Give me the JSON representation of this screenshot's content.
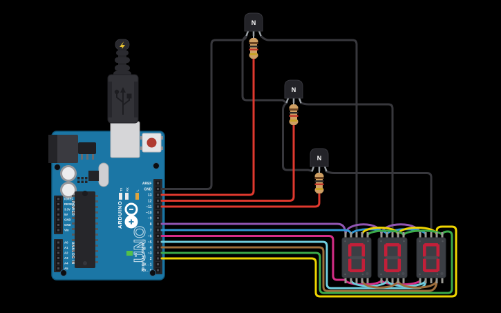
{
  "canvas": {
    "background": "#000000"
  },
  "arduino": {
    "name": "Arduino Uno",
    "board_color": "#1b76a5",
    "brand_text": "ARDUINO",
    "model_text": "UNO",
    "power_label": "POWER",
    "analog_label": "ANALOG IN",
    "digital_label": "DIGITAL (PWM~)",
    "led_labels": {
      "tx": "TX",
      "rx": "RX",
      "l": "L",
      "on": "ON"
    },
    "right_pin_labels": [
      "AREF",
      "GND",
      "13",
      "12",
      "~11",
      "~10",
      "~9",
      "8",
      "7",
      "~6",
      "~5",
      "4",
      "~3",
      "2",
      "TX→1",
      "RX←0"
    ],
    "power_pin_labels": [
      "IOREF",
      "RESET",
      "3.3V",
      "5V",
      "GND",
      "GND",
      "Vin"
    ],
    "analog_pin_labels": [
      "A0",
      "A1",
      "A2",
      "A3",
      "A4",
      "A5"
    ]
  },
  "usb": {
    "bolt_color": "#e6c232"
  },
  "transistors": [
    {
      "label": "N"
    },
    {
      "label": "N"
    },
    {
      "label": "N"
    }
  ],
  "resistors": [
    {
      "band_colors": [
        "#6b4423",
        "#2b2b2b",
        "#c0392b",
        "#c9a227"
      ]
    },
    {
      "band_colors": [
        "#6b4423",
        "#2b2b2b",
        "#c0392b",
        "#c9a227"
      ]
    },
    {
      "band_colors": [
        "#6b4423",
        "#2b2b2b",
        "#c0392b",
        "#c9a227"
      ]
    }
  ],
  "displays": [
    {
      "digit": "0"
    },
    {
      "digit": "0"
    },
    {
      "digit": "0"
    }
  ],
  "segment_map": {
    "0": [
      "a",
      "b",
      "c",
      "d",
      "e",
      "f"
    ]
  },
  "display_colors": {
    "body": "#3b3e44",
    "lit": "#c21f39",
    "unlit": "#474a50",
    "pin": "#9a9a94"
  },
  "wire_colors": {
    "gnd": "#37373c",
    "red": "#df392e",
    "purple": "#9256b4",
    "blue": "#2f96d3",
    "magenta": "#d62e88",
    "cyan": "#6fccdd",
    "brown": "#9e6e3c",
    "green": "#3cab4a",
    "yellow": "#efd500"
  }
}
